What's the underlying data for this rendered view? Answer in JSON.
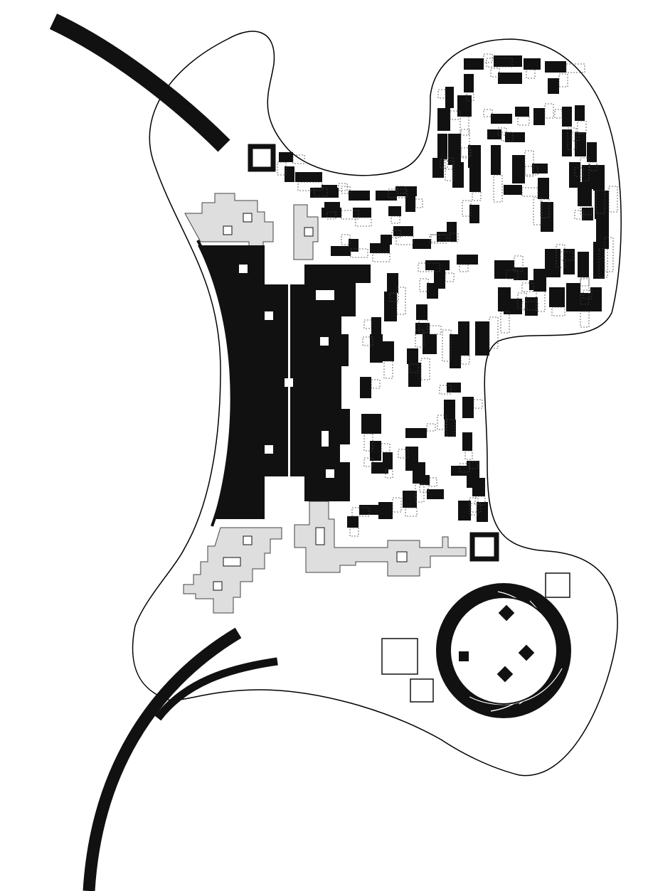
{
  "map": {
    "type": "architectural site plan",
    "text_labels": [],
    "colors": {
      "background": "#ffffff",
      "site_outline": "#000000",
      "building_mass": "#111111",
      "courtyard_fill": "#dedede",
      "dashed_extension": "#444444"
    },
    "feature_types": [
      "site-boundary",
      "road-curve",
      "main-hall-west",
      "main-hall-east",
      "courtyard-block",
      "small-building-block",
      "dashed-extension",
      "round-pavilion",
      "square-pavilion"
    ]
  }
}
